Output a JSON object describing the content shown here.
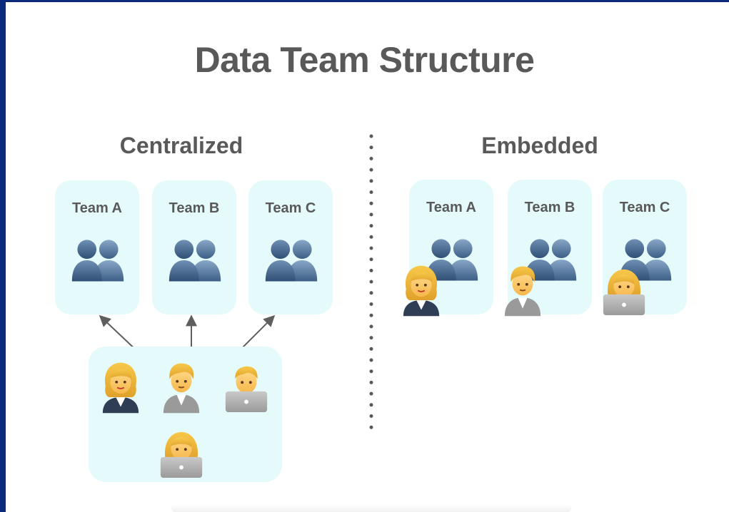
{
  "title": "Data Team Structure",
  "centralized": {
    "heading": "Centralized",
    "teams": [
      {
        "label": "Team A"
      },
      {
        "label": "Team B"
      },
      {
        "label": "Team C"
      }
    ]
  },
  "embedded": {
    "heading": "Embedded",
    "teams": [
      {
        "label": "Team A"
      },
      {
        "label": "Team B"
      },
      {
        "label": "Team C"
      }
    ]
  },
  "icons": {
    "team_members": "busts-in-silhouette-icon",
    "data_people": [
      "woman-office-worker-icon",
      "person-office-worker-icon",
      "man-technologist-icon",
      "woman-technologist-icon"
    ]
  },
  "colors": {
    "frame": "#0b2a7c",
    "box_fill": "#e5fafa",
    "text": "#595959",
    "arrow": "#5f5f5f"
  }
}
